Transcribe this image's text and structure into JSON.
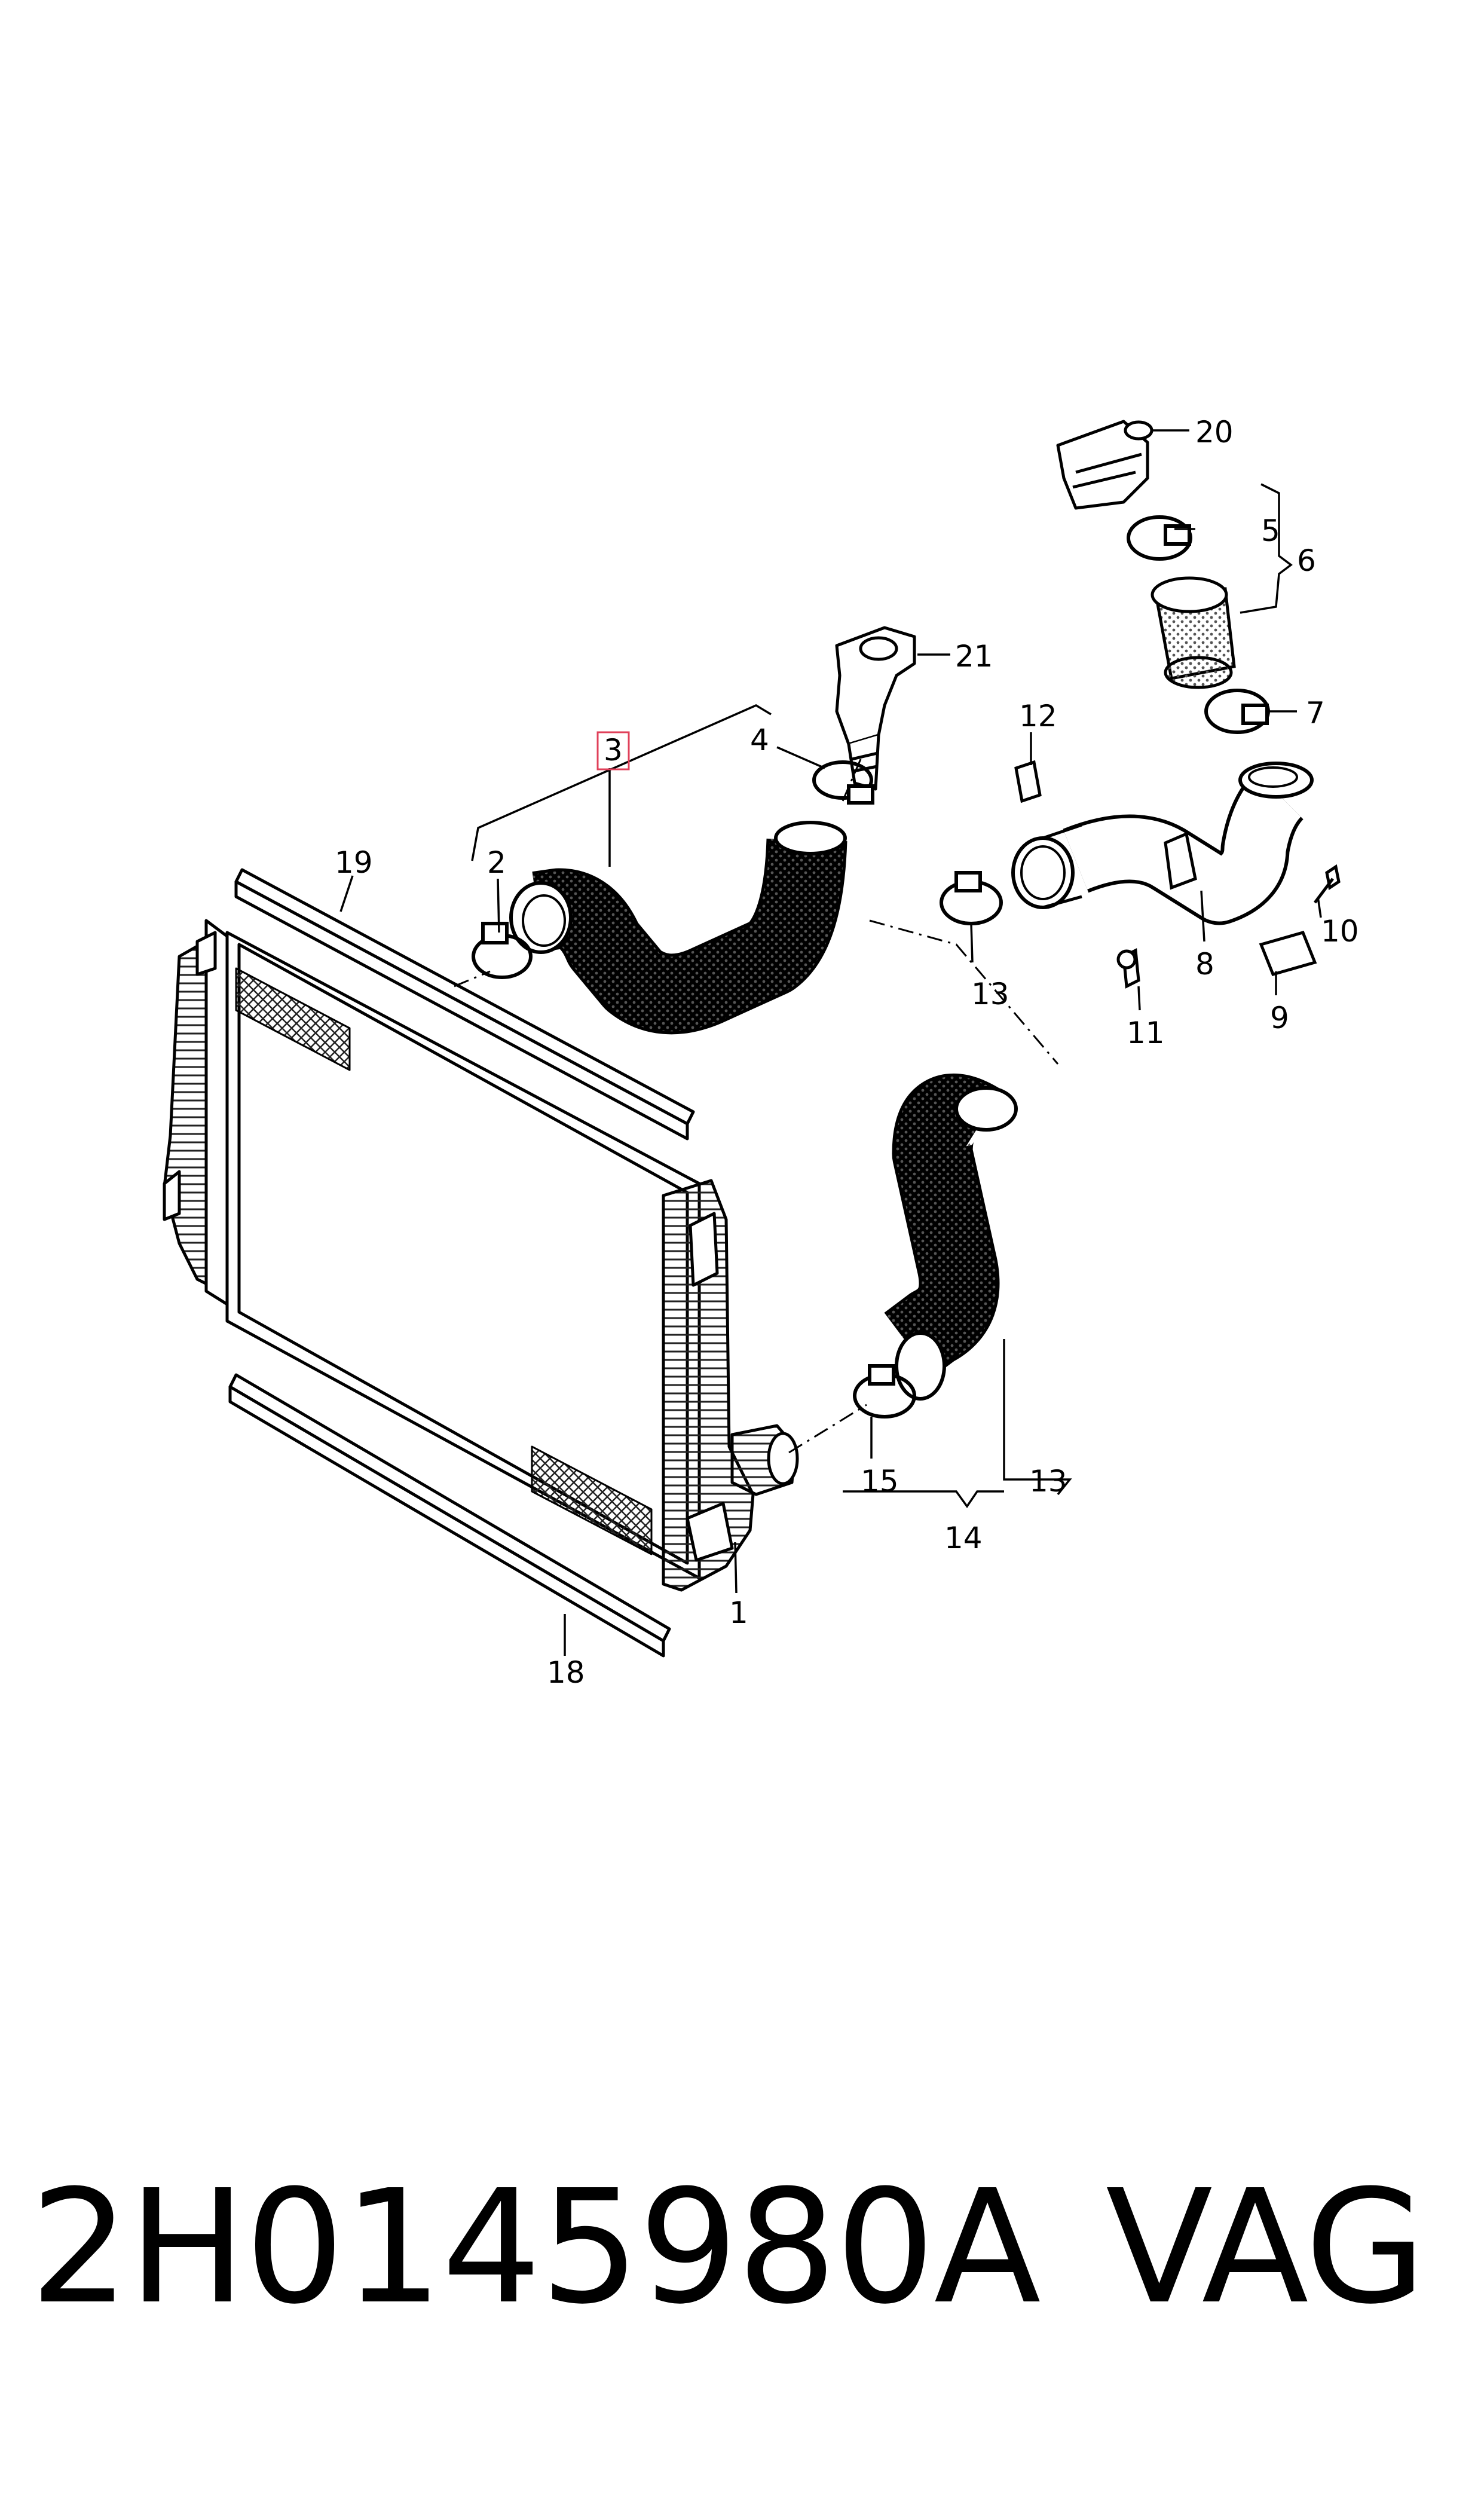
{
  "callouts": {
    "c1": "1",
    "c2": "2",
    "c3": "3",
    "c4": "4",
    "c5": "5",
    "c6": "6",
    "c7": "7",
    "c8": "8",
    "c9": "9",
    "c10": "10",
    "c11": "11",
    "c12": "12",
    "c13a": "13",
    "c13b": "13",
    "c14": "14",
    "c15": "15",
    "c18": "18",
    "c19": "19",
    "c20": "20",
    "c21": "21"
  },
  "highlight_color": "#e0405a",
  "caption": {
    "part_number": "2H0145980A",
    "brand": "VAG"
  }
}
